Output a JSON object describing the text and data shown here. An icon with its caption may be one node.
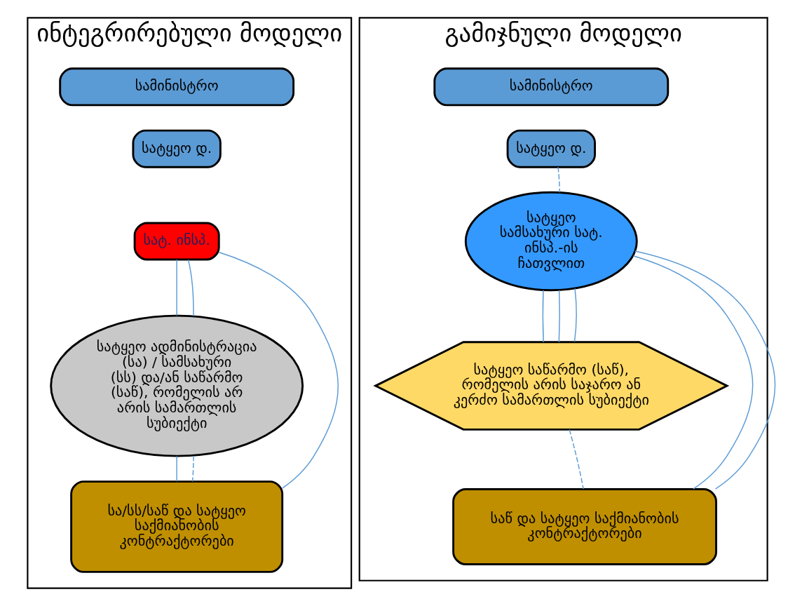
{
  "diagram": {
    "nodes": [
      {
        "text": [
          "ინტეგრირებული მოდელი"
        ]
      },
      {
        "text": [
          "სამინისტრო"
        ],
        "in": 0
      },
      {
        "text": [
          "სატყეო დ."
        ],
        "in": 0
      },
      {
        "text": [
          "სატ. ინსპ."
        ],
        "in": 0
      },
      {
        "text": [
          "სატყეო ადმინისტრაცია (სა) / სამსახური (სს) და/ან საწარმო (საწ), რომელის არ არის სამართლის სუბიექტი"
        ],
        "in": 0
      },
      {
        "text": [
          "სა/სს/საწ და სატყეო საქმიანობის კონტრაქტორები"
        ],
        "in": 0
      },
      {
        "text": [
          "გამიჯნული მოდელი"
        ]
      },
      {
        "text": [
          "სამინისტრო"
        ],
        "in": 6
      },
      {
        "text": [
          "სატყეო დ."
        ],
        "in": 6
      },
      {
        "text": [
          "სატყეო სამსახური სატ. ინსპ.-ის ჩათვლით"
        ],
        "in": 6
      },
      {
        "text": [
          "სატყეო საწარმო (საწ), რომელის არის საჯარო ან კერძო სამართლის სუბიექტი"
        ],
        "in": 6
      },
      {
        "text": [
          "საწ და სატყეო საქმიანობის კონტრაქტორები"
        ],
        "in": 6
      }
    ],
    "edges": [
      {
        "from": 3,
        "to": 4,
        "arrow": "none"
      },
      {
        "from": 3,
        "to": 4,
        "arrow": "none"
      },
      {
        "from": 3,
        "to": 5,
        "arrow": "none"
      },
      {
        "from": 4,
        "to": 5,
        "arrow": "none"
      },
      {
        "from": 4,
        "to": 5,
        "arrow": "none",
        "style": "dashed"
      },
      {
        "from": 8,
        "to": 9,
        "arrow": "none",
        "style": "dashed"
      },
      {
        "from": 9,
        "to": 10,
        "arrow": "none"
      },
      {
        "from": 9,
        "to": 10,
        "arrow": "none"
      },
      {
        "from": 9,
        "to": 11,
        "arrow": "none"
      },
      {
        "from": 9,
        "to": 10,
        "arrow": "none"
      },
      {
        "from": 9,
        "to": 11,
        "arrow": "none"
      },
      {
        "from": 10,
        "to": 11,
        "arrow": "none",
        "style": "dashed"
      }
    ]
  }
}
